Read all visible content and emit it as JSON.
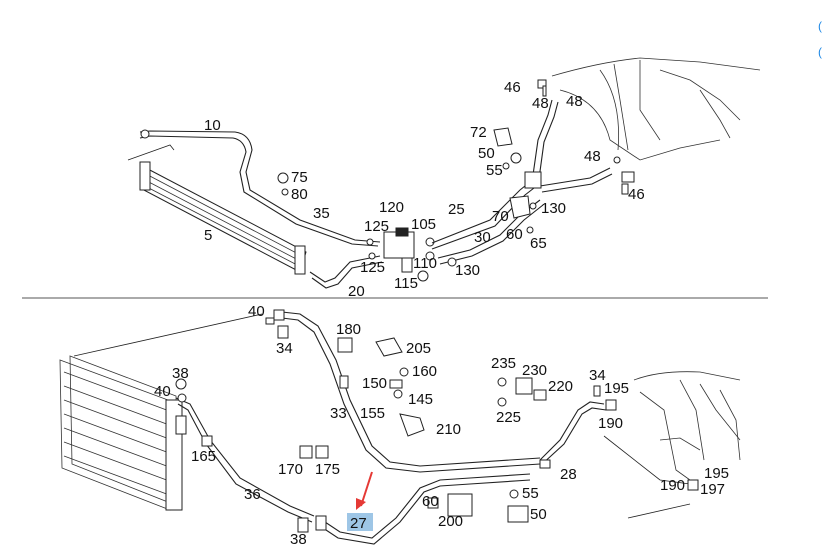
{
  "upper_assembly": {
    "labels": [
      "10",
      "75",
      "80",
      "35",
      "5",
      "120",
      "125",
      "105",
      "125",
      "110",
      "115",
      "20",
      "25",
      "30",
      "130",
      "130",
      "70",
      "60",
      "65",
      "72",
      "50",
      "55",
      "46",
      "48",
      "48",
      "48",
      "46"
    ]
  },
  "lower_assembly": {
    "labels": [
      "40",
      "34",
      "180",
      "205",
      "160",
      "150",
      "155",
      "145",
      "210",
      "235",
      "230",
      "220",
      "225",
      "34",
      "195",
      "190",
      "38",
      "40",
      "165",
      "33",
      "170",
      "175",
      "28",
      "36",
      "60",
      "55",
      "200",
      "50",
      "190",
      "195",
      "197",
      "38"
    ]
  },
  "highlighted_part": "27",
  "edge_marks": [
    "(",
    "("
  ]
}
